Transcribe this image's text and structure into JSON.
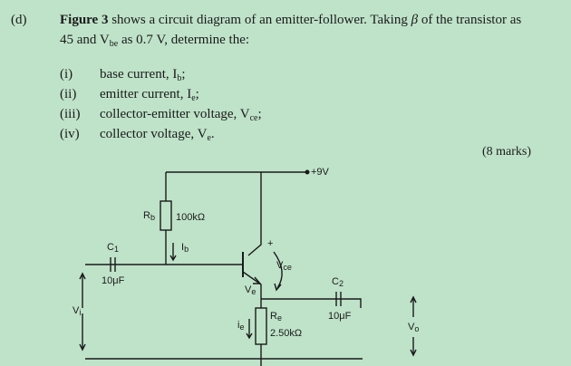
{
  "question": {
    "label": "(d)",
    "stem_bold": "Figure 3",
    "stem_part1": " shows a circuit diagram of an emitter-follower. Taking ",
    "beta_symbol": "β",
    "stem_part2": " of the transistor as",
    "stem_line2_a": "45 and V",
    "stem_line2_sub": "be",
    "stem_line2_b": " as 0.7 V, determine the:",
    "items": [
      {
        "num": "(i)",
        "text": "base current, I",
        "sub": "b",
        "end": ";"
      },
      {
        "num": "(ii)",
        "text": "emitter current, I",
        "sub": "e",
        "end": ";"
      },
      {
        "num": "(iii)",
        "text": "collector-emitter voltage, V",
        "sub": "ce",
        "end": ";"
      },
      {
        "num": "(iv)",
        "text": "collector voltage, V",
        "sub": "e",
        "end": "."
      }
    ],
    "marks": "(8 marks)"
  },
  "circuit": {
    "supply": "+9V",
    "rb_label": "R",
    "rb_sub": "b",
    "rb_value": "100kΩ",
    "ib_label": "I",
    "ib_sub": "b",
    "c1_label": "C",
    "c1_sub": "1",
    "c1_value": "10μF",
    "vi_label": "V",
    "vi_sub": "i",
    "plus_sign": "+",
    "vce_label": "V",
    "vce_sub": "ce",
    "ve_label": "V",
    "ve_sub": "e",
    "c2_label": "C",
    "c2_sub": "2",
    "c2_value": "10μF",
    "re_label": "R",
    "re_sub": "e",
    "re_value": "2.50kΩ",
    "ie_label": "i",
    "ie_sub": "e",
    "vo_label": "V",
    "vo_sub": "o"
  }
}
